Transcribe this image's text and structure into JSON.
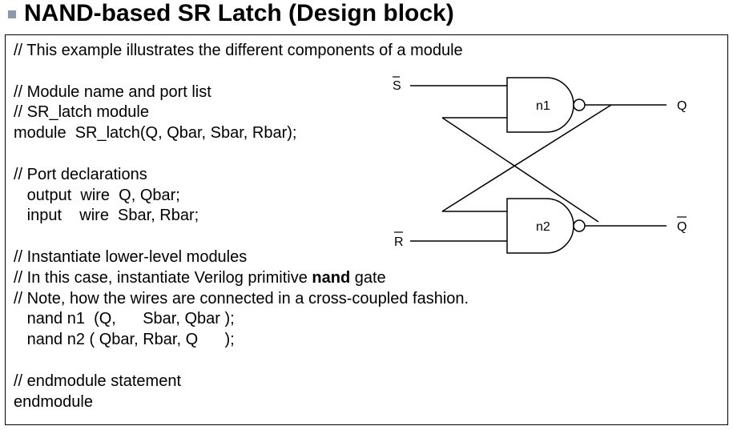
{
  "title": "NAND-based SR Latch (Design block)",
  "code_lines": [
    "// This example illustrates the different components of a module",
    "",
    "// Module name and port list",
    "// SR_latch module",
    "module  SR_latch(Q, Qbar, Sbar, Rbar);",
    "",
    "// Port declarations",
    "   output  wire  Q, Qbar;",
    "   input    wire  Sbar, Rbar;",
    "",
    "// Instantiate lower-level modules",
    "// In this case, instantiate Verilog primitive ",
    "// Note, how the wires are connected in a cross-coupled fashion.",
    "   nand n1  (Q,      Sbar, Qbar );",
    "   nand n2 ( Qbar, Rbar, Q      );",
    "",
    "// endmodule statement",
    "endmodule"
  ],
  "line12_bold": "nand",
  "line12_tail": " gate",
  "circuit": {
    "s_label": "S",
    "r_label": "R",
    "gate1_label": "n1",
    "gate2_label": "n2",
    "q_label": "Q",
    "qbar_label": "Q"
  }
}
